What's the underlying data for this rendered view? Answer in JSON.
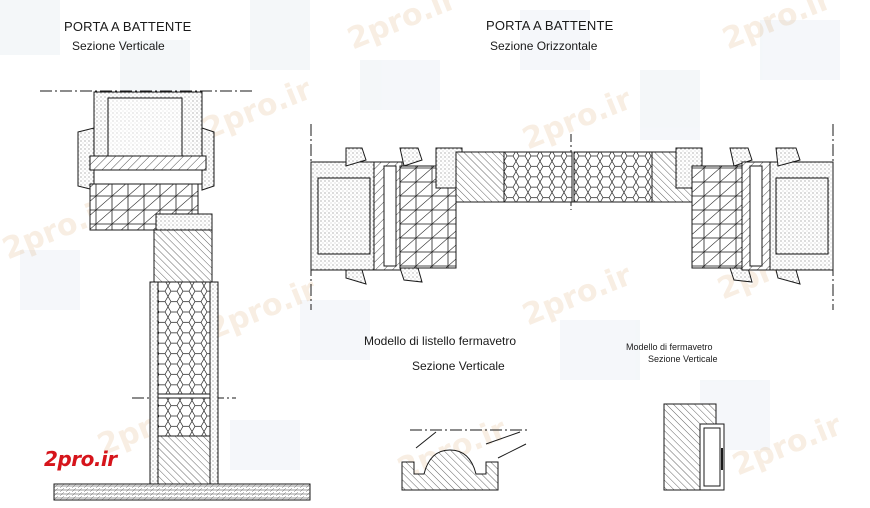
{
  "titles": {
    "left_title": "PORTA A BATTENTE",
    "left_subtitle": "Sezione Verticale",
    "right_title": "PORTA  A  BATTENTE",
    "right_subtitle": "Sezione Orizzontale",
    "model_title": "Modello di listello fermavetro",
    "model_subtitle": "Sezione Verticale",
    "small_title": "Modello di fermavetro",
    "small_subtitle": "Sezione Verticale"
  },
  "logo": "2pro.ir",
  "watermark": "2pro.ir",
  "colors": {
    "line": "#1a1a1a",
    "logo": "#d6141b",
    "watermark": "#e3a165"
  }
}
